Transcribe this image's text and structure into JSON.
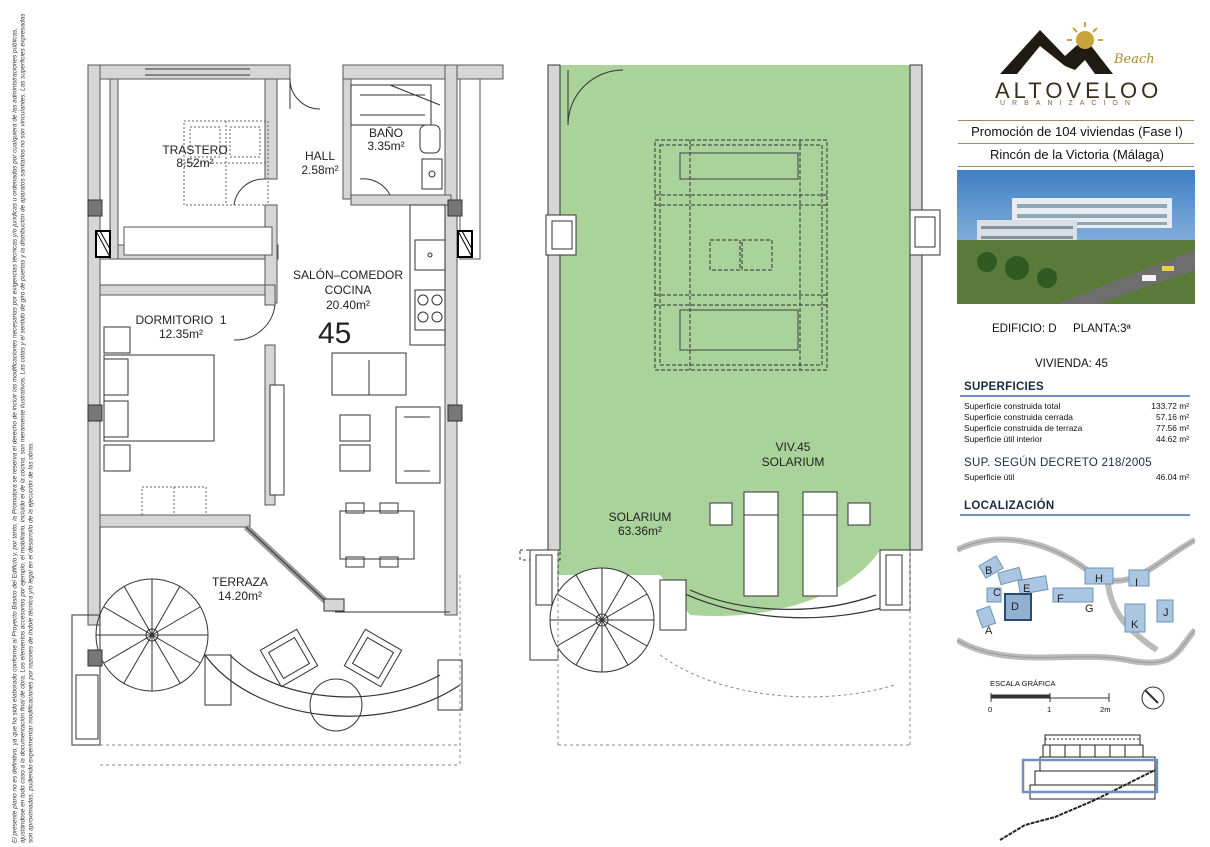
{
  "disclaimer": "El presente plano no es definitivo, ya que ha sido elaborado conforme al Proyecto Básico del Edificio y, por tanto, la Promotora se reserva el derecho de incluir las modificaciones necesarias por exigencias técnicas y/o jurídicas u ordenadas por cualquiera de las administraciones públicas, ajustándose en todo caso a la documentación final de obra. Los elementos accesorios por ejemplo, el mobiliario, incluido el de la cocina, son meramente ilustrativos. Las cotas y el sentido de giro de puertas y la distribución de aparatos sanitarios no son vinculantes. Las superficies expresadas son aproximadas, pudiendo experimentar modificaciones por razones de índole técnica y/o legal en el desarrollo de la ejecución de las obras.",
  "brand": {
    "name": "ALTOVELOO",
    "subtitle": "URBANIZACION",
    "script": "Beach",
    "gold": "#c9a43a",
    "dark": "#2a2418"
  },
  "promotion": {
    "line1": "Promoción de 104 viviendas (Fase I)",
    "line2": "Rincón de la Victoria (Málaga)"
  },
  "unit": {
    "edificio_label": "EDIFICIO:",
    "edificio": "D",
    "planta_label": "PLANTA:",
    "planta": "3ª",
    "vivienda_label": "VIVIENDA:",
    "vivienda": "45"
  },
  "superficies": {
    "title": "SUPERFICIES",
    "rows": [
      {
        "label": "Superficie construida total",
        "value": "133.72 m²"
      },
      {
        "label": "Superficie construida cerrada",
        "value": "57.16 m²"
      },
      {
        "label": "Superficie construida de terraza",
        "value": "77.56 m²"
      },
      {
        "label": "Superficie útil interior",
        "value": "44.62 m²"
      }
    ]
  },
  "decreto": {
    "title": "SUP. SEGÚN DECRETO 218/2005",
    "rows": [
      {
        "label": "Superficie útil",
        "value": "46.04 m²"
      }
    ]
  },
  "localizacion": {
    "title": "LOCALIZACIÓN",
    "buildings": [
      "A",
      "B",
      "C",
      "D",
      "E",
      "F",
      "G",
      "H",
      "I",
      "J",
      "K"
    ],
    "highlight": "D"
  },
  "scale": {
    "title": "ESCALA GRÁFICA",
    "ticks": [
      "0",
      "1",
      "2m"
    ]
  },
  "rooms": {
    "trastero": {
      "name": "TRASTERO",
      "area": "8.52m²"
    },
    "hall": {
      "name": "HALL",
      "area": "2.58m²"
    },
    "bano": {
      "name": "BAÑO",
      "area": "3.35m²"
    },
    "salon": {
      "name1": "SALÓN–COMEDOR",
      "name2": "COCINA",
      "area": "20.40m²"
    },
    "dormitorio": {
      "name": "DORMITORIO  1",
      "area": "12.35m²"
    },
    "terraza": {
      "name": "TERRAZA",
      "area": "14.20m²"
    },
    "unit_number": "45"
  },
  "solarium_plan": {
    "viv_label": "VIV.45",
    "viv_label2": "SOLARIUM",
    "room": {
      "name": "SOLARIUM",
      "area": "63.36m²"
    },
    "fill": "#a9d39b"
  },
  "colors": {
    "accent_blue": "#6f93b8",
    "wall_gray": "#9a9a9a"
  }
}
